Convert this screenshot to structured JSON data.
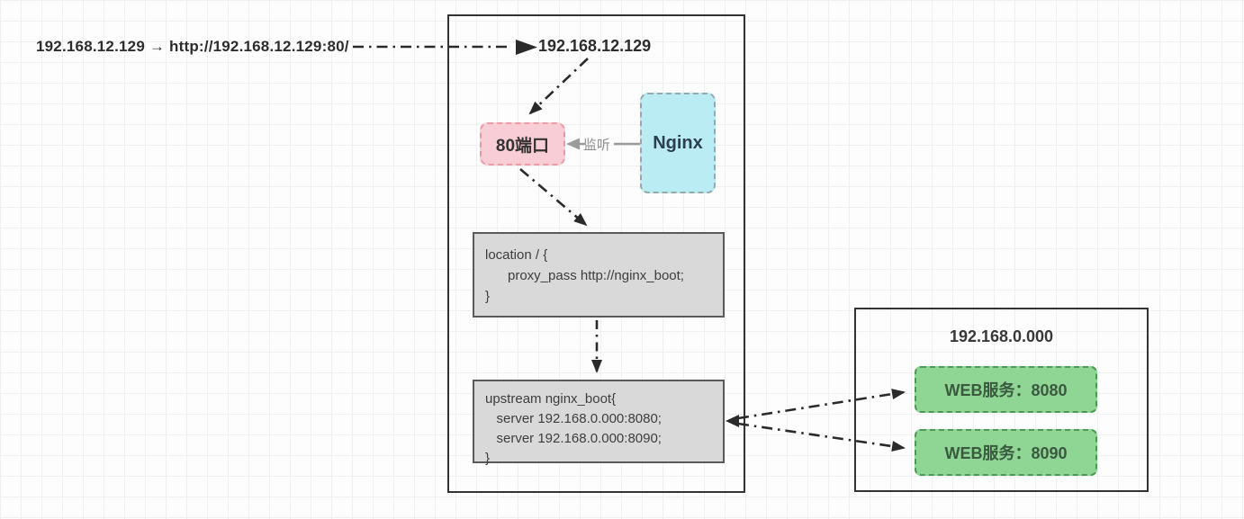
{
  "client": {
    "label": "192.168.12.129 → http://192.168.12.129:80/"
  },
  "server_box": {
    "title": "192.168.12.129",
    "port_box": {
      "label": "80端口"
    },
    "nginx_box": {
      "label": "Nginx"
    },
    "listen_label": "监听",
    "location_code": "location / {\n      proxy_pass http://nginx_boot;\n}",
    "upstream_code": "upstream nginx_boot{\n   server 192.168.0.000:8080;\n   server 192.168.0.000:8090;\n}"
  },
  "backend_box": {
    "title": "192.168.0.000",
    "services": [
      {
        "label": "WEB服务：8080"
      },
      {
        "label": "WEB服务：8090"
      }
    ]
  },
  "colors": {
    "port_fill": "#f9cdd5",
    "port_border": "#ec9aa8",
    "nginx_fill": "#b9ecf3",
    "code_fill": "#d9d9d9",
    "service_fill": "#8fd694",
    "service_border": "#4e9757",
    "arrow_ink": "#2a2a2a",
    "listen_arrow_gray": "#9b9b9b"
  }
}
